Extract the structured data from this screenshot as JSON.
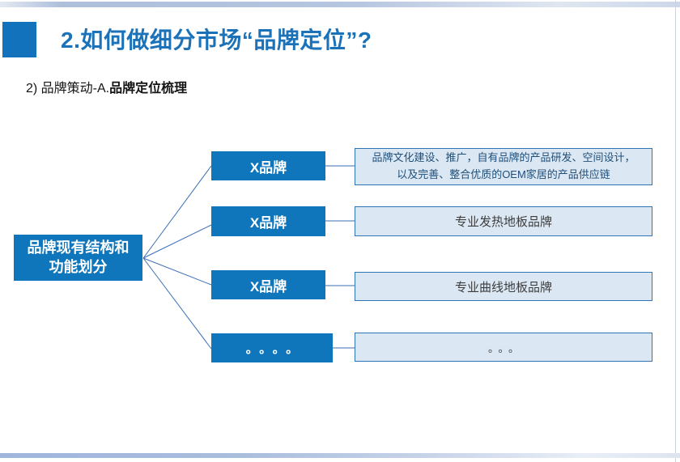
{
  "header": {
    "title": "2.如何做细分市场“品牌定位”?",
    "subtitle_prefix": "2)  品牌策动-A.",
    "subtitle_bold": "品牌定位梳理"
  },
  "diagram": {
    "root": {
      "line1": "品牌现有结构和",
      "line2": "功能划分"
    },
    "rows": [
      {
        "node": "X品牌",
        "desc_lines": [
          "品牌文化建设、推广，自有品牌的产品研发、空间设计，",
          "以及完善、整合优质的OEM家居的产品供应链"
        ]
      },
      {
        "node": "X品牌",
        "desc_lines": [
          "专业发热地板品牌"
        ]
      },
      {
        "node": "X品牌",
        "desc_lines": [
          "专业曲线地板品牌"
        ]
      },
      {
        "node": "。。。。",
        "desc_lines": [
          "。。。"
        ]
      }
    ]
  },
  "colors": {
    "title_blue": "#1b72b8",
    "node_blue": "#0f76bc",
    "desc_fill": "#dbe8f4",
    "desc_border": "#2e75b5",
    "connector": "#3b6fb5",
    "edge_strip_blue": "#a9bddd"
  }
}
